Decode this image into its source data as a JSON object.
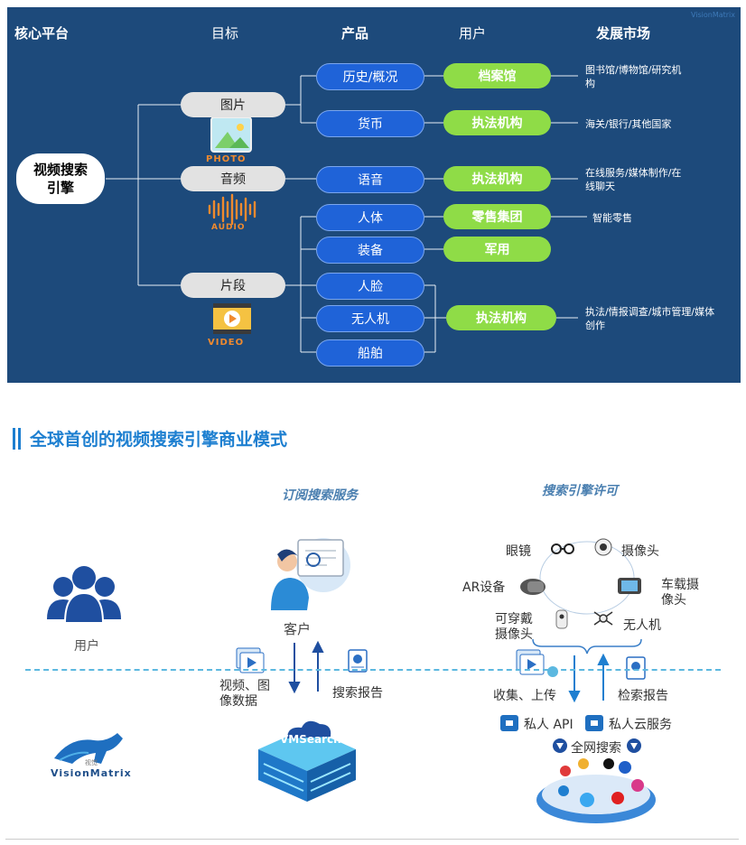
{
  "watermark": "VisionMatrix",
  "top_diagram": {
    "headers": {
      "platform": "核心平台",
      "target": "目标",
      "product": "产品",
      "user": "用户",
      "market": "发展市场"
    },
    "core": "视频搜索\n引擎",
    "targets": {
      "image": "图片",
      "audio": "音频",
      "clip": "片段"
    },
    "icon_labels": {
      "photo": "PHOTO",
      "audio": "AUDIO",
      "video": "VIDEO"
    },
    "products": {
      "history": "历史/概况",
      "currency": "货币",
      "voice": "语音",
      "body": "人体",
      "equipment": "装备",
      "face": "人脸",
      "drone": "无人机",
      "ship": "船舶"
    },
    "users": {
      "archives": "档案馆",
      "law1": "执法机构",
      "law2": "执法机构",
      "retail": "零售集团",
      "military": "军用",
      "law3": "执法机构"
    },
    "markets": {
      "m1": "图书馆/博物馆/研究机\n构",
      "m2": "海关/银行/其他国家",
      "m3": "在线服务/媒体制作/在\n线聊天",
      "m4": "智能零售",
      "m5": "执法/情报调查/城市管理/媒体\n创作"
    },
    "colors": {
      "background": "#1d4a7b",
      "product_pill": "#1f63d8",
      "user_pill": "#8fdc47",
      "target_pill": "#e2e2e2"
    }
  },
  "bottom": {
    "title": "全球首创的视频搜索引擎商业模式",
    "subscription": "订阅搜索服务",
    "license": "搜索引擎许可",
    "user_label": "用户",
    "customer": "客户",
    "video_data": "视频、图\n像数据",
    "search_report": "搜索报告",
    "vmsearch": "VMSearch",
    "brand": "VisionMatrix",
    "brand_small": "视觉",
    "devices": {
      "glasses": "眼镜",
      "camera": "摄像头",
      "ar": "AR设备",
      "car_cam": "车载摄\n像头",
      "wearable": "可穿戴\n摄像头",
      "drone": "无人机"
    },
    "collect": "收集、上传",
    "retrieve_report": "检索报告",
    "private_api": "私人 API",
    "private_cloud": "私人云服务",
    "web_search": "全网搜索"
  }
}
